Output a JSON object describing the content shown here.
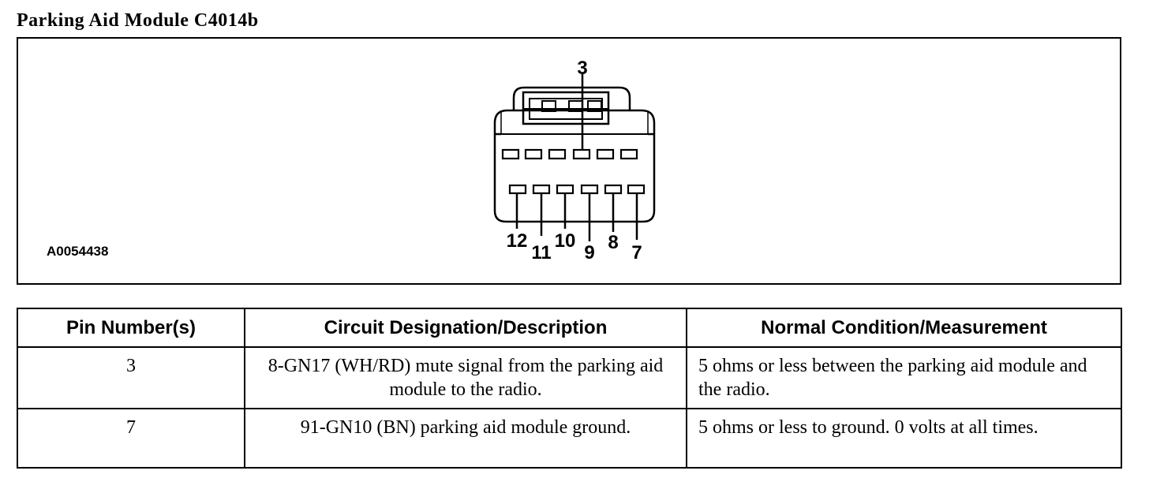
{
  "title": "Parking Aid Module C4014b",
  "figure_id": "A0054438",
  "connector": {
    "pin_labels": {
      "top": "3",
      "bottom": [
        "12",
        "11",
        "10",
        "9",
        "8",
        "7"
      ]
    }
  },
  "table": {
    "headers": [
      "Pin Number(s)",
      "Circuit Designation/Description",
      "Normal Condition/Measurement"
    ],
    "rows": [
      {
        "pin": "3",
        "description": "8-GN17 (WH/RD) mute signal from the parking aid module to the radio.",
        "measurement": "5 ohms or less between the parking aid module and the radio."
      },
      {
        "pin": "7",
        "description": "91-GN10 (BN) parking aid module ground.",
        "measurement": "5 ohms or less to ground. 0 volts at all times."
      }
    ]
  }
}
